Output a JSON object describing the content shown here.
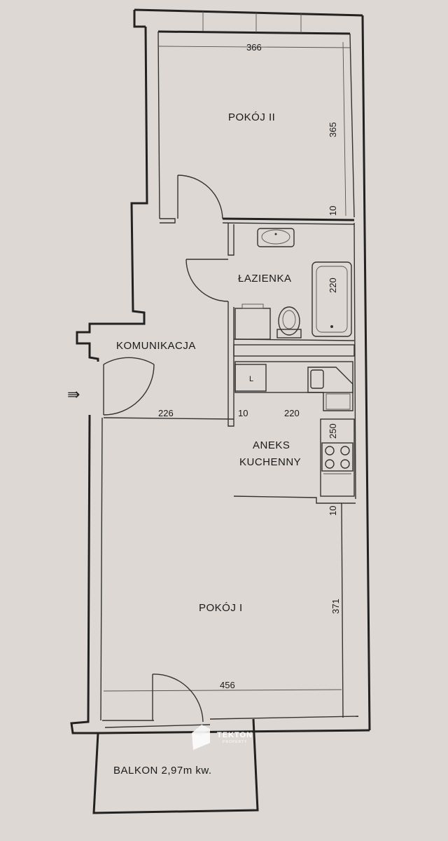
{
  "rooms": {
    "pokoj2": "POKÓJ II",
    "lazienka": "ŁAZIENKA",
    "komunikacja": "KOMUNIKACJA",
    "aneks_line1": "ANEKS",
    "aneks_line2": "KUCHENNY",
    "pokoj1": "POKÓJ I",
    "balkon": "BALKON  2,97m kw."
  },
  "dimensions": {
    "pokoj2_width": "366",
    "pokoj2_depth": "365",
    "wall_top": "10",
    "bath_length": "220",
    "corridor_width": "226",
    "partition": "10",
    "kitchen_width": "220",
    "kitchen_depth": "250",
    "wall_mid": "10",
    "pokoj1_depth": "371",
    "pokoj1_width": "456"
  },
  "fixtures": {
    "fridge_label": "L"
  },
  "symbols": {
    "entrance_arrow": "⇛"
  },
  "watermark": {
    "name": "TEKTON",
    "sub": "PROPERTY"
  },
  "colors": {
    "paper": "#ddd8d4",
    "ink": "#222222"
  }
}
